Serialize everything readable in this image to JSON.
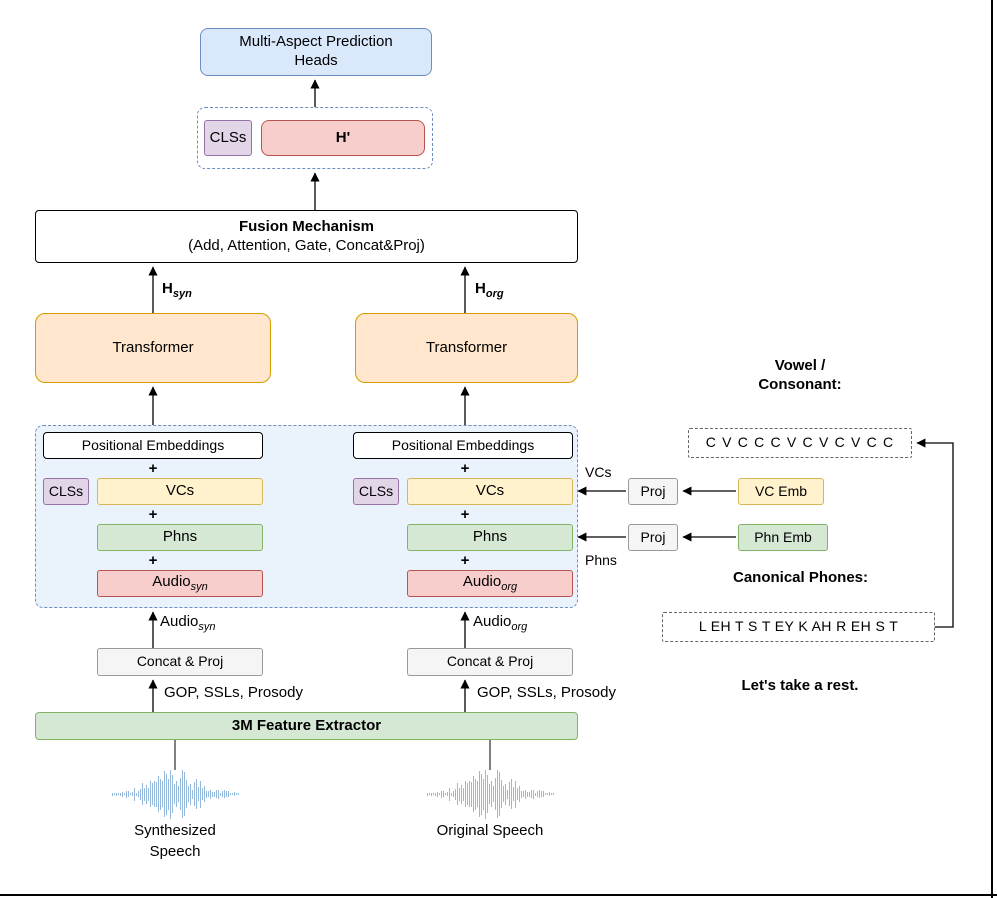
{
  "figure": {
    "heads_label": "Multi-Aspect Prediction Heads",
    "fused": {
      "cls": "CLSs",
      "h_prime": "H'"
    },
    "fusion": {
      "title": "Fusion Mechanism",
      "subtitle": "(Add, Attention, Gate, Concat&Proj)"
    },
    "transformer": "Transformer",
    "plus": "+",
    "stack": {
      "positional": "Positional Embeddings",
      "cls": "CLSs",
      "vcs": "VCs",
      "phns": "Phns",
      "audio_syn": {
        "base": "Audio",
        "sub": "syn"
      },
      "audio_org": {
        "base": "Audio",
        "sub": "org"
      }
    },
    "branch": {
      "h_syn": {
        "base": "H",
        "sub": "syn"
      },
      "h_org": {
        "base": "H",
        "sub": "org"
      },
      "audio_syn": {
        "base": "Audio",
        "sub": "syn"
      },
      "audio_org": {
        "base": "Audio",
        "sub": "org"
      },
      "gop": "GOP, SSLs, Prosody"
    },
    "right": {
      "vcs_label": "VCs",
      "phns_label": "Phns",
      "proj": "Proj",
      "vc_emb": "VC Emb",
      "phn_emb": "Phn Emb",
      "vowel_title": "Vowel / Consonant:",
      "vc_sequence": "C V C C C V C V C V C C",
      "canonical_title": "Canonical Phones:",
      "phone_sequence": "L EH T S T EY K AH R EH S T",
      "sentence": "Let's take a rest."
    },
    "bottom": {
      "concat_proj": "Concat & Proj",
      "extractor": "3M Feature Extractor",
      "synthesized": "Synthesized Speech",
      "original": "Original Speech"
    }
  }
}
